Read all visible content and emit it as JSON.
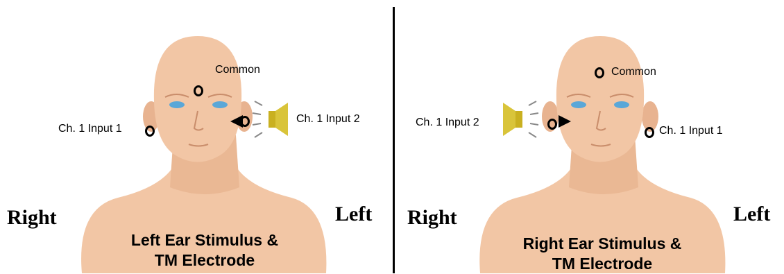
{
  "colors": {
    "skin": "#f2c6a5",
    "skin_shadow": "#e2a98a",
    "eye": "#5aa7d8",
    "speaker": "#d9c43a",
    "divider": "#000000"
  },
  "icons": [
    "head-illustration",
    "electrode-marker",
    "speaker-icon",
    "arrow-icon"
  ],
  "panels": [
    {
      "common": "Common",
      "input1": "Ch. 1 Input 1",
      "input2": "Ch. 1 Input 2",
      "side_right": "Right",
      "side_left": "Left",
      "caption_line1": "Left Ear Stimulus &",
      "caption_line2": "TM Electrode"
    },
    {
      "common": "Common",
      "input1": "Ch. 1 Input 1",
      "input2": "Ch. 1 Input 2",
      "side_right": "Right",
      "side_left": "Left",
      "caption_line1": "Right Ear Stimulus &",
      "caption_line2": "TM Electrode"
    }
  ]
}
